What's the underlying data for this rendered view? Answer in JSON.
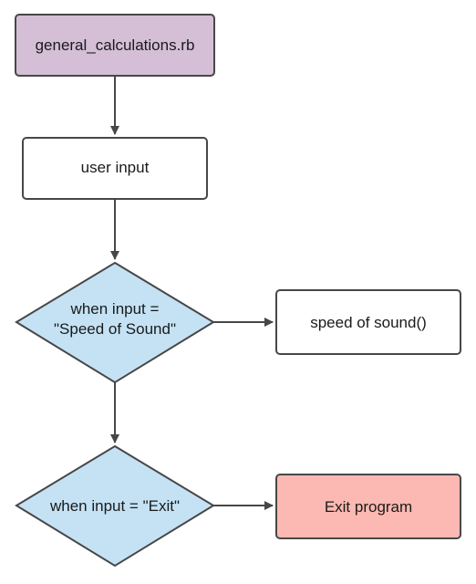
{
  "diagram": {
    "nodes": {
      "start": {
        "label": "general_calculations.rb",
        "fill": "#d4bfd6"
      },
      "input": {
        "label": "user input",
        "fill": "#ffffff"
      },
      "decision_sound": {
        "line1": "when input =",
        "line2": "\"Speed of Sound\"",
        "fill": "#c5e2f5"
      },
      "action_sound": {
        "label": "speed of sound()",
        "fill": "#ffffff"
      },
      "decision_exit": {
        "label": "when input = \"Exit\"",
        "fill": "#c5e2f5"
      },
      "action_exit": {
        "label": "Exit program",
        "fill": "#fcb8b2"
      }
    },
    "edges": [
      {
        "from": "start",
        "to": "input"
      },
      {
        "from": "input",
        "to": "decision_sound"
      },
      {
        "from": "decision_sound",
        "to": "action_sound"
      },
      {
        "from": "decision_sound",
        "to": "decision_exit"
      },
      {
        "from": "decision_exit",
        "to": "action_exit"
      }
    ],
    "colors": {
      "stroke": "#474747",
      "text": "#1a1a1a"
    }
  }
}
